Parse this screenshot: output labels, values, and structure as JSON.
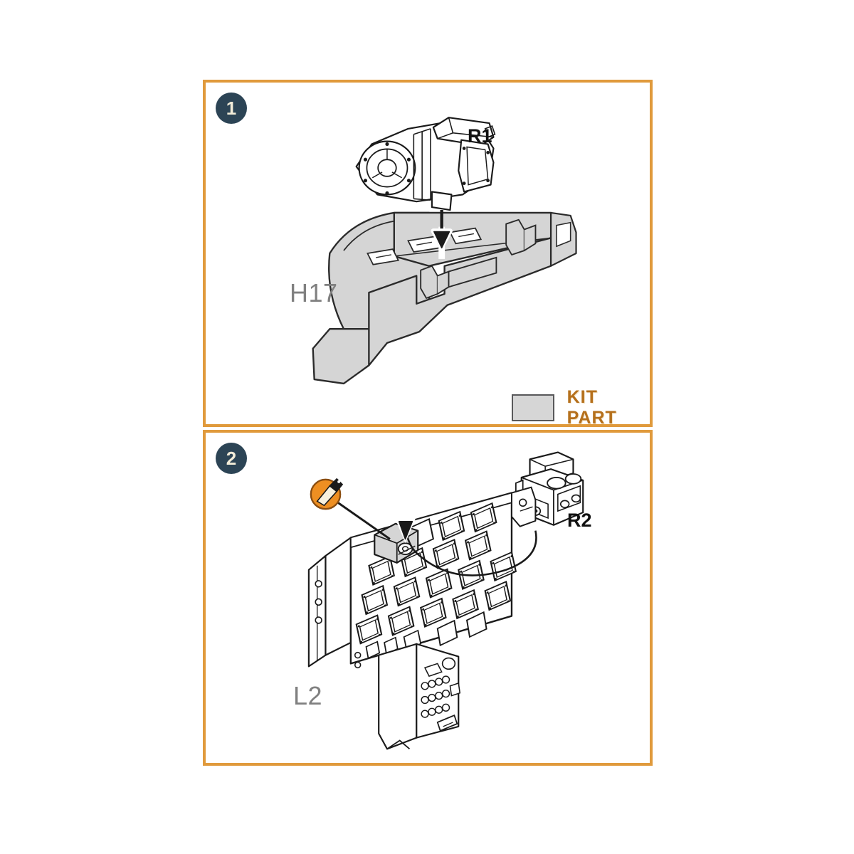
{
  "document": {
    "type": "scale-model-assembly-instruction",
    "background_color": "#ffffff",
    "panel_border_color": "#e09a3c",
    "badge_color": "#2c4455",
    "badge_text_color": "#f2ecd8",
    "kit_part_fill": "#d6d6d6",
    "resin_label_color": "#111111",
    "kit_label_color": "#808080",
    "legend_text_color": "#b5701c"
  },
  "panels": [
    {
      "step": "1",
      "badge_name": "step-1-badge",
      "parts": [
        {
          "id": "R1",
          "type": "resin",
          "name": "camera-sensor-module"
        },
        {
          "id": "H17",
          "type": "kit",
          "name": "fuselage-bay-bracket"
        }
      ],
      "arrows": [
        {
          "name": "assembly-arrow-r1-to-h17",
          "style": "straight-down"
        }
      ],
      "legend": {
        "label": "KIT PART",
        "swatch_name": "kit-part-swatch"
      }
    },
    {
      "step": "2",
      "badge_name": "step-2-badge",
      "parts": [
        {
          "id": "R2",
          "type": "resin",
          "name": "twin-lens-sensor-module"
        },
        {
          "id": "L2",
          "type": "kit",
          "name": "instrument-panel"
        }
      ],
      "arrows": [
        {
          "name": "assembly-arrow-r2-to-l2",
          "style": "curved-sweep"
        }
      ],
      "markers": [
        {
          "name": "glue-applicator-icon",
          "color": "#ee8f22",
          "style": "orange-disc-with-brush"
        }
      ]
    }
  ],
  "labels": {
    "r1": "R1",
    "h17": "H17",
    "r2": "R2",
    "l2": "L2",
    "kit_part": "KIT PART",
    "step_1": "1",
    "step_2": "2"
  }
}
